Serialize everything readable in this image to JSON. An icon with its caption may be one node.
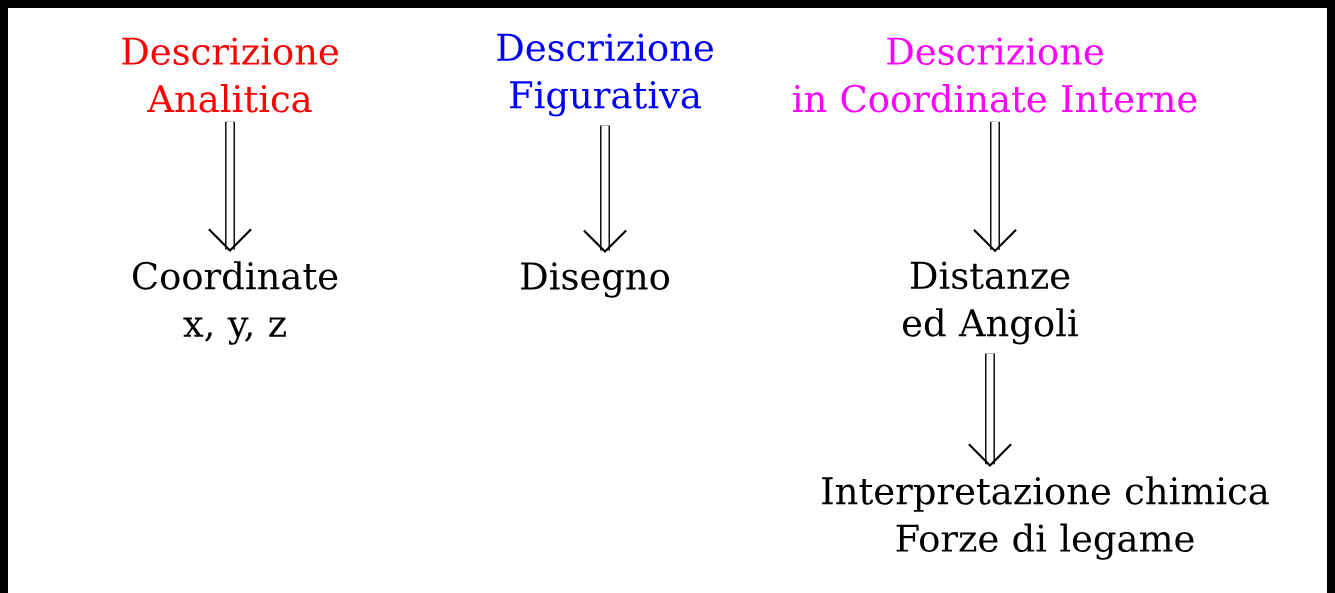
{
  "diagram": {
    "nodes": [
      {
        "text": [
          "Descrizione Analitica"
        ]
      },
      {
        "text": [
          "Descrizione Figurativa"
        ]
      },
      {
        "text": [
          "Descrizione in Coordinate Interne"
        ]
      },
      {
        "text": [
          "Coordinate x, y, z"
        ]
      },
      {
        "text": [
          "Disegno"
        ]
      },
      {
        "text": [
          "Distanze ed Angoli"
        ]
      },
      {
        "text": [
          "Interpretazione chimica Forze di legame"
        ]
      }
    ],
    "edges": [
      {
        "from": 0,
        "to": 3,
        "arrow": "to"
      },
      {
        "from": 1,
        "to": 4,
        "arrow": "to"
      },
      {
        "from": 2,
        "to": 5,
        "arrow": "to"
      },
      {
        "from": 5,
        "to": 6,
        "arrow": "to"
      }
    ]
  }
}
